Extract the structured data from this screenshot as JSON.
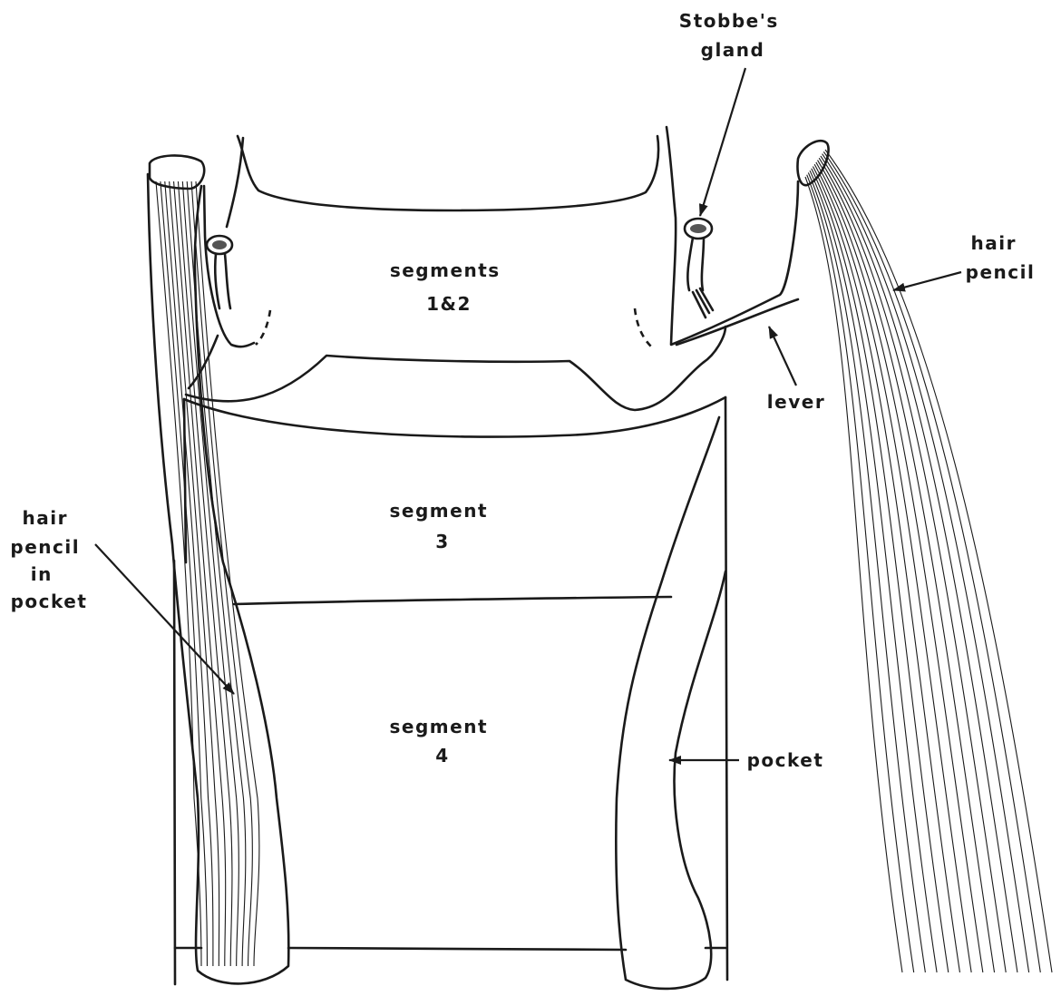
{
  "labels": {
    "stobbes_gland": [
      "Stobbe's",
      "gland"
    ],
    "hair_pencil_right": [
      "hair",
      "pencil"
    ],
    "segments_1_2": [
      "segments",
      "1&2"
    ],
    "lever": [
      "lever"
    ],
    "hair_pencil_in_pocket": [
      "hair",
      "pencil",
      "in",
      "pocket"
    ],
    "segment_3": [
      "segment",
      "3"
    ],
    "segment_4": [
      "segment",
      "4"
    ],
    "pocket": [
      "pocket"
    ]
  }
}
